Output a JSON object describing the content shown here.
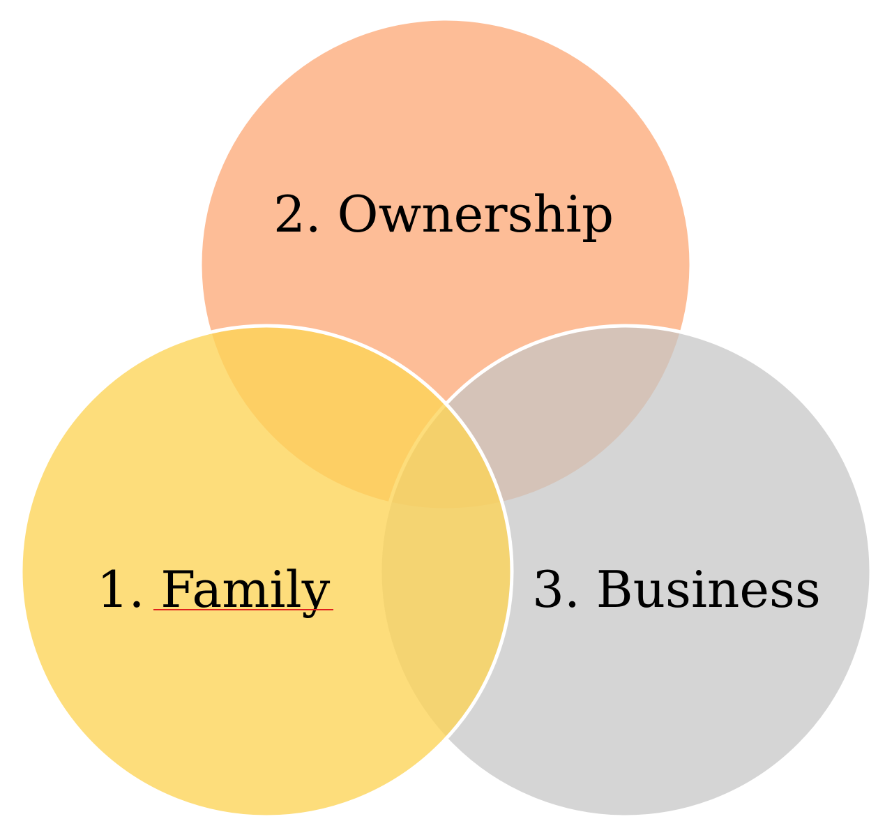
{
  "diagram": {
    "type": "venn",
    "sets": [
      {
        "id": "family",
        "label": "1. Family",
        "color": "#FDD456"
      },
      {
        "id": "ownership",
        "label": "2. Ownership",
        "color": "#FDAA7A"
      },
      {
        "id": "business",
        "label": "3. Business",
        "color": "#C5C5C5"
      }
    ],
    "spellcheck_underline_color": "#E0201B"
  }
}
